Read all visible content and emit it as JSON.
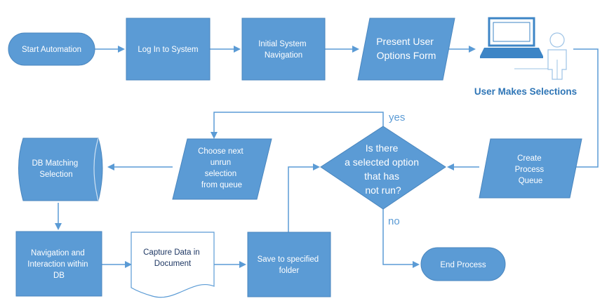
{
  "nodes": {
    "start": "Start Automation",
    "login": "Log In to System",
    "initial_nav": [
      "Initial System",
      "Navigation"
    ],
    "present_form": [
      "Present User",
      "Options Form"
    ],
    "user_selections": "User Makes Selections",
    "create_queue": [
      "Create",
      "Process",
      "Queue"
    ],
    "decision": [
      "Is there",
      "a selected option",
      "that has",
      "not run?"
    ],
    "choose_next": [
      "Choose next",
      "unrun",
      "selection",
      "from queue"
    ],
    "db_matching": [
      "DB Matching",
      "Selection"
    ],
    "nav_interaction": [
      "Navigation and",
      "Interaction within",
      "DB"
    ],
    "capture_data": [
      "Capture Data in",
      "Document"
    ],
    "save_folder": [
      "Save to specified",
      "folder"
    ],
    "end": "End Process"
  },
  "edge_labels": {
    "yes": "yes",
    "no": "no"
  },
  "colors": {
    "shape_fill": "#5b9bd5",
    "shape_stroke": "#4a86be",
    "edge": "#5b9bd5",
    "caption": "#2e75b6"
  }
}
